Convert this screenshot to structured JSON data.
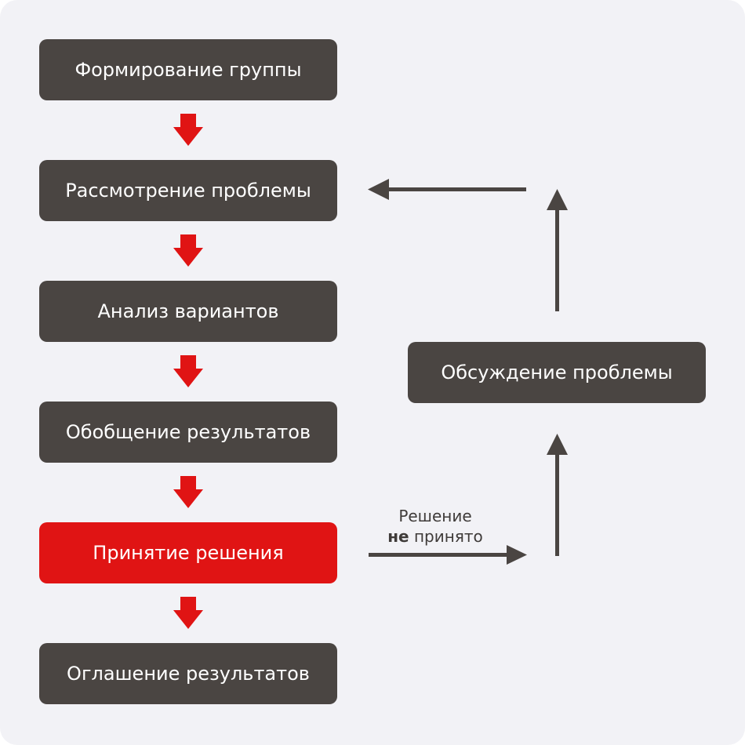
{
  "steps": [
    {
      "label": "Формирование группы"
    },
    {
      "label": "Рассмотрение проблемы"
    },
    {
      "label": "Анализ вариантов"
    },
    {
      "label": "Обобщение результатов"
    },
    {
      "label": "Принятие решения",
      "highlight": true
    },
    {
      "label": "Оглашение результатов"
    }
  ],
  "side_box": {
    "label": "Обсуждение проблемы"
  },
  "edge_label": {
    "line1": "Решение",
    "bold": "не",
    "rest": " принято"
  },
  "colors": {
    "box": "#4a4542",
    "accent": "#e01414",
    "connector": "#4a4542",
    "background": "#f2f2f6"
  }
}
